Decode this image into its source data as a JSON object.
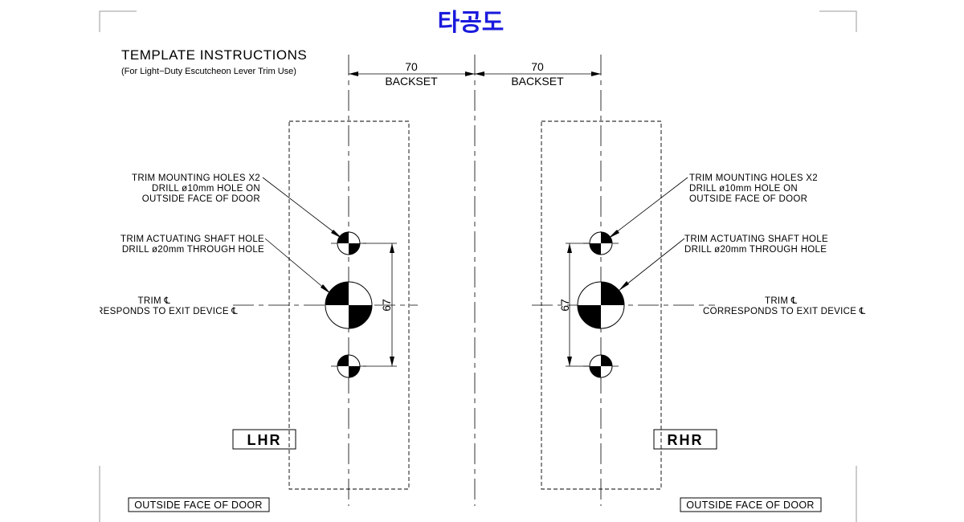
{
  "title": "타공도",
  "template": {
    "heading": "TEMPLATE INSTRUCTIONS",
    "subheading": "(For Light−Duty Escutcheon Lever Trim Use)"
  },
  "backset": {
    "left_value": "70",
    "left_label": "BACKSET",
    "right_value": "70",
    "right_label": "BACKSET"
  },
  "left_panel": {
    "mounting_note": [
      "TRIM MOUNTING HOLES X2",
      "DRILL ø10mm HOLE ON",
      "OUTSIDE FACE OF DOOR"
    ],
    "shaft_note": [
      "TRIM ACTUATING SHAFT HOLE",
      "DRILL ø20mm THROUGH HOLE"
    ],
    "trim_note_line1": "TRIM ℄",
    "trim_note_line2": "CORRESPONDS TO EXIT DEVICE ℄",
    "spacing": "67",
    "hand_label": "LHR",
    "face_label": "OUTSIDE FACE OF DOOR"
  },
  "right_panel": {
    "mounting_note": [
      "TRIM MOUNTING HOLES X2",
      "DRILL ø10mm HOLE ON",
      "OUTSIDE FACE OF DOOR"
    ],
    "shaft_note": [
      "TRIM ACTUATING SHAFT HOLE",
      "DRILL ø20mm THROUGH HOLE"
    ],
    "trim_note_line1": "TRIM ℄",
    "trim_note_line2": "CORRESPONDS TO EXIT DEVICE ℄",
    "spacing": "67",
    "hand_label": "RHR",
    "face_label": "OUTSIDE FACE OF DOOR"
  }
}
